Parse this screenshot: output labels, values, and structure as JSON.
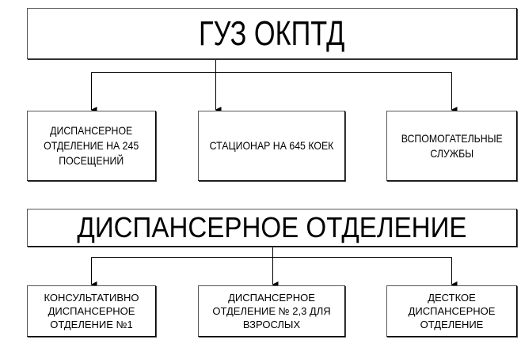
{
  "diagram": {
    "top": {
      "title": "ГУЗ ОКПТД",
      "children": [
        {
          "label": "ДИСПАНСЕРНОЕ\nОТДЕЛЕНИЕ НА 245\nПОСЕЩЕНИЙ"
        },
        {
          "label": "СТАЦИОНАР НА 645 КОЕК"
        },
        {
          "label": "ВСПОМОГАТЕЛЬНЫЕ\nСЛУЖБЫ"
        }
      ]
    },
    "bottom": {
      "title": "ДИСПАНСЕРНОЕ ОТДЕЛЕНИЕ",
      "children": [
        {
          "label": "КОНСУЛЬТАТИВНО\nДИСПАНСЕРНОЕ\nОТДЕЛЕНИЕ №1"
        },
        {
          "label": "ДИСПАНСЕРНОЕ\nОТДЕЛЕНИЕ № 2,3 ДЛЯ\nВЗРОСЛЫХ"
        },
        {
          "label": "ДЕСТКОЕ\nДИСПАНСЕРНОЕ\nОТДЕЛЕНИЕ"
        }
      ]
    }
  }
}
